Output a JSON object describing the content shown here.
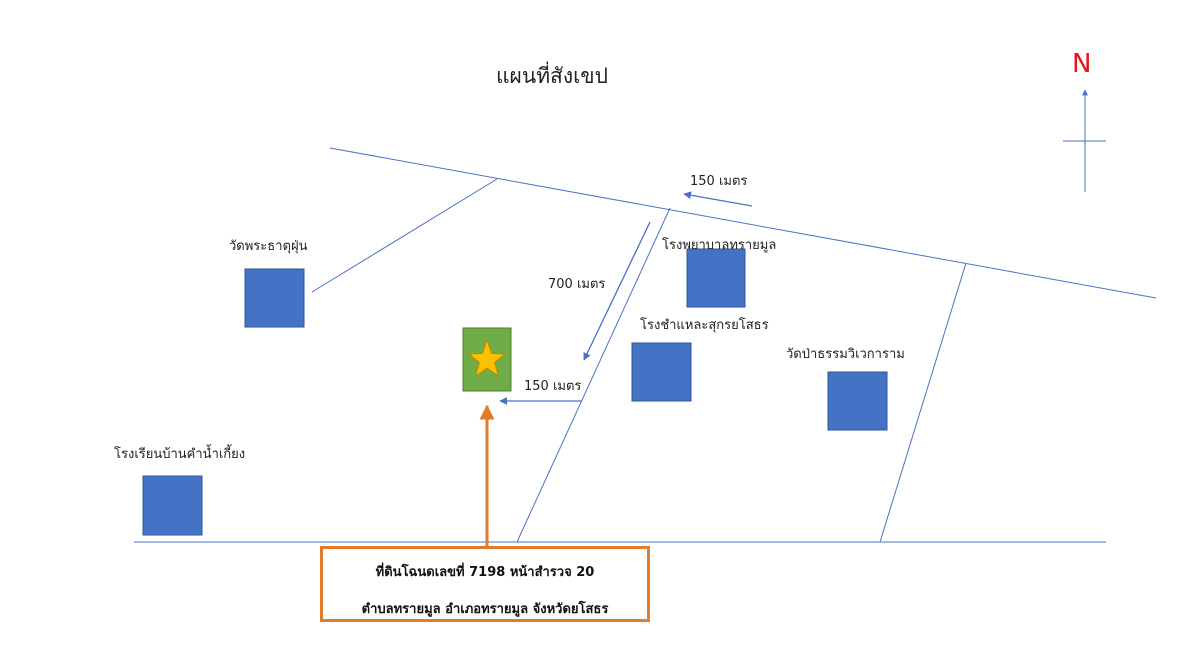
{
  "map": {
    "title": "แผนที่สังเขป",
    "north_label": "N",
    "landmarks": {
      "temple_phra_that_fun": "วัดพระธาตุฝุ่น",
      "hospital_sai_mun": "โรงพยาบาลทรายมูล",
      "slaughterhouse": "โรงชำแหละสุกรยโสธร",
      "temple_pa_tham": "วัดป่าธรรมวิเวการาม",
      "school_ban_kham_nam_kiang": "โรงเรียนบ้านคำน้ำเกี้ยง"
    },
    "distances": {
      "top_road": "150 เมตร",
      "diagonal": "700 เมตร",
      "to_plot": "150 เมตร"
    },
    "plot": {
      "line1": "ที่ดินโฉนดเลขที่  7198 หน้าสำรวจ 20",
      "line2": "ตำบลทรายมูล อำเภอทรายมูล จังหวัดยโสธร"
    },
    "colors": {
      "road": "#4a72c4",
      "building": "#4472c4",
      "plot_fill": "#70ad47",
      "star": "#ffc000",
      "pin": "#e07c2e",
      "north": "#e8141b"
    }
  }
}
